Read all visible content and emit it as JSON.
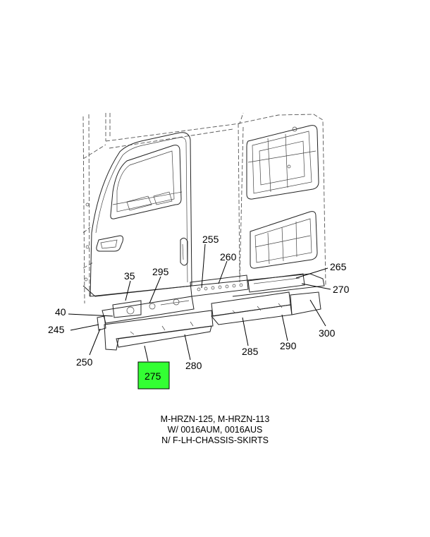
{
  "callouts": {
    "c35": "35",
    "c40": "40",
    "c245": "245",
    "c250": "250",
    "c255": "255",
    "c260": "260",
    "c265": "265",
    "c270": "270",
    "c275": "275",
    "c280": "280",
    "c285": "285",
    "c290": "290",
    "c295": "295",
    "c300": "300"
  },
  "highlight_color": "#33ff33",
  "caption": {
    "line1": "M-HRZN-125, M-HRZN-113",
    "line2": "W/ 0016AUM, 0016AUS",
    "line3": "N/ F-LH-CHASSIS-SKIRTS"
  }
}
